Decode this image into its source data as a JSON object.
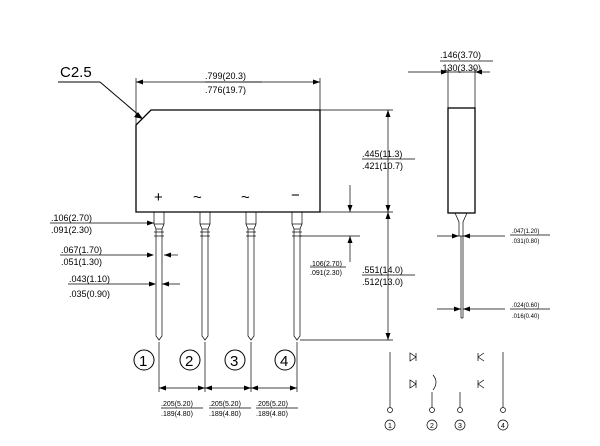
{
  "chamfer_label": "C2.5",
  "body_width": {
    "max": ".799(20.3)",
    "min": ".776(19.7)"
  },
  "body_height": {
    "max": ".445(11.3)",
    "min": ".421(10.7)"
  },
  "lead_length": {
    "max": ".551(14.0)",
    "min": ".512(13.0)"
  },
  "shoulder_height": {
    "max": ".106(2.70)",
    "min": ".091(2.30)"
  },
  "shoulder_width": {
    "max": ".106(2.70)",
    "min": ".091(2.30)"
  },
  "shoulder_thickness": {
    "max": ".067(1.70)",
    "min": ".051(1.30)"
  },
  "lead_diameter": {
    "max": ".043(1.10)",
    "min": ".035(0.90)"
  },
  "pin_markings": [
    "+",
    "~",
    "~",
    "−"
  ],
  "pin_numbers": [
    "1",
    "2",
    "3",
    "4"
  ],
  "pitch_labels": [
    {
      "max": ".205(5.20)",
      "min": ".189(4.80)"
    },
    {
      "max": ".205(5.20)",
      "min": ".189(4.80)"
    },
    {
      "max": ".205(5.20)",
      "min": ".189(4.80)"
    }
  ],
  "side_thickness": {
    "max": ".146(3.70)",
    "min": ".130(3.30)"
  },
  "side_lead_width": {
    "max": ".047(1.20)",
    "min": ".031(0.80)"
  },
  "side_lead_thickness": {
    "max": ".024(0.60)",
    "min": ".016(0.40)"
  }
}
